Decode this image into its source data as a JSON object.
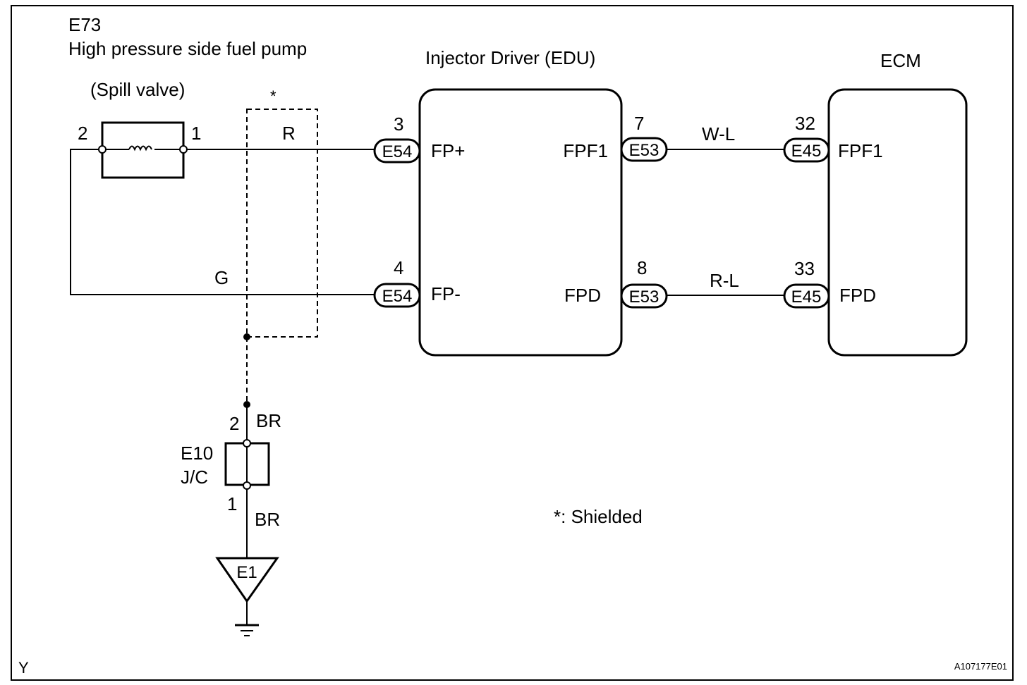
{
  "diagram_id": "A107177E01",
  "corner_mark": "Y",
  "pump": {
    "code": "E73",
    "name": "High pressure side fuel pump",
    "part": "(Spill valve)",
    "pin_left": "2",
    "pin_right": "1"
  },
  "shield": {
    "mark": "*",
    "note": "*: Shielded"
  },
  "wires": {
    "r": "R",
    "g": "G",
    "wl": "W-L",
    "rl": "R-L",
    "br_top": "BR",
    "br_bottom": "BR"
  },
  "edu": {
    "title": "Injector Driver (EDU)",
    "left_pins": [
      {
        "num": "3",
        "conn": "E54",
        "label": "FP+"
      },
      {
        "num": "4",
        "conn": "E54",
        "label": "FP-"
      }
    ],
    "right_pins": [
      {
        "num": "7",
        "conn": "E53",
        "label": "FPF1"
      },
      {
        "num": "8",
        "conn": "E53",
        "label": "FPD"
      }
    ]
  },
  "ecm": {
    "title": "ECM",
    "pins": [
      {
        "num": "32",
        "conn": "E45",
        "label": "FPF1"
      },
      {
        "num": "33",
        "conn": "E45",
        "label": "FPD"
      }
    ]
  },
  "jc": {
    "code": "E10",
    "name": "J/C",
    "pin_top": "2",
    "pin_bottom": "1"
  },
  "ground": {
    "label": "E1"
  }
}
